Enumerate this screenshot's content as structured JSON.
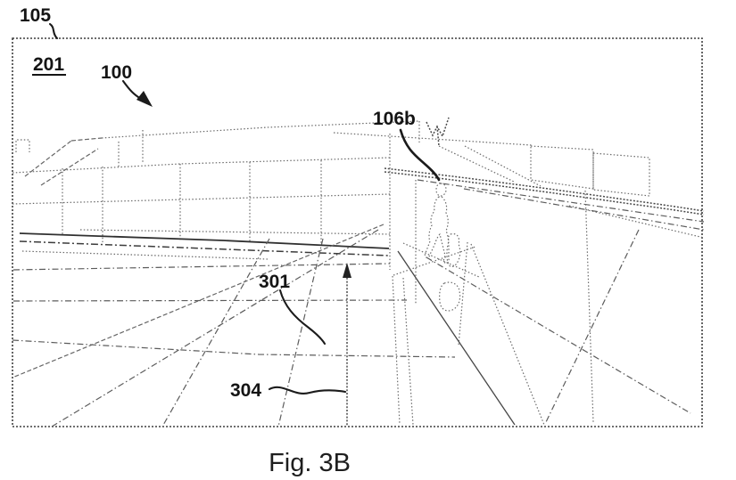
{
  "figure": {
    "caption": "Fig. 3B",
    "labels": {
      "l105": "105",
      "l201": "201",
      "l100": "100",
      "l106b": "106b",
      "l301": "301",
      "l304": "304"
    }
  },
  "colors": {
    "background": "#ffffff",
    "ink": "#1a1a1a",
    "wireframe_line": "#5f5f5f"
  }
}
